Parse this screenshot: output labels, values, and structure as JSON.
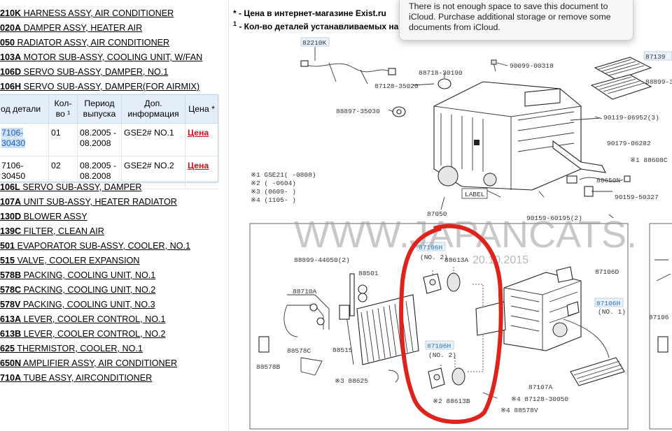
{
  "parts_top": [
    {
      "code": "210K",
      "name": "HARNESS ASSY, AIR CONDITIONER"
    },
    {
      "code": "020A",
      "name": "DAMPER ASSY, HEATER AIR"
    },
    {
      "code": "050",
      "name": "RADIATOR ASSY, AIR CONDITIONER"
    },
    {
      "code": "103A",
      "name": "MOTOR SUB-ASSY, COOLING UNIT, W/FAN"
    },
    {
      "code": "106D",
      "name": "SERVO SUB-ASSY, DAMPER, NO.1"
    },
    {
      "code": "106H",
      "name": "SERVO SUB-ASSY, DAMPER(FOR AIRMIX)"
    }
  ],
  "subtable": {
    "headers": [
      "од детали",
      "Кол-во ¹",
      "Период выпуска",
      "Доп. информация",
      "Цена *"
    ],
    "rows": [
      {
        "code_hl": "7106-30430",
        "qty": "01",
        "period": "08.2005 - 08.2008",
        "info": "GSE2# NO.1",
        "price": "Цена"
      },
      {
        "code_hl": "",
        "code": "7106-30450",
        "qty": "02",
        "period": "08.2005 - 08.2008",
        "info": "GSE2# NO.2",
        "price": "Цена"
      }
    ]
  },
  "parts_bottom": [
    {
      "code": "106L",
      "name": "SERVO SUB-ASSY, DAMPER"
    },
    {
      "code": "107A",
      "name": "UNIT SUB-ASSY, HEATER RADIATOR"
    },
    {
      "code": "130D",
      "name": "BLOWER ASSY"
    },
    {
      "code": "139C",
      "name": "FILTER, CLEAN AIR"
    },
    {
      "code": "501",
      "name": "EVAPORATOR SUB-ASSY, COOLER, NO.1"
    },
    {
      "code": "515",
      "name": "VALVE, COOLER EXPANSION"
    },
    {
      "code": "578B",
      "name": "PACKING, COOLING UNIT, NO.1"
    },
    {
      "code": "578C",
      "name": "PACKING, COOLING UNIT, NO.2"
    },
    {
      "code": "578V",
      "name": "PACKING, COOLING UNIT, NO.3"
    },
    {
      "code": "613A",
      "name": "LEVER, COOLER CONTROL, NO.1"
    },
    {
      "code": "613B",
      "name": "LEVER, COOLER CONTROL, NO.2"
    },
    {
      "code": "625",
      "name": "THERMISTOR, COOLER, NO.1"
    },
    {
      "code": "650N",
      "name": "AMPLIFIER ASSY, AIR CONDITIONER"
    },
    {
      "code": "710A",
      "name": "TUBE ASSY, AIRCONDITIONER"
    }
  ],
  "notes": {
    "line1": "* - Цена в интернет-магазине Exist.ru",
    "line2_sup": "1",
    "line2": " - Кол-во деталей устанавливаемых на а"
  },
  "notification": {
    "text1": "There is not enough space to save this document to",
    "text2": "iCloud. Purchase additional storage or remove some",
    "text3": "documents from iCloud."
  },
  "diagram": {
    "watermark": "WWW.JAPANCATS.",
    "date": "20.10.2015",
    "label_text": "LABEL",
    "notes_legend": [
      "※1 GSE21(  -0808)",
      "※2 (   -0604)",
      "※3 (0609-   )",
      "※4 (1105-   )"
    ],
    "labels": {
      "l82210K": "82210K",
      "l88718": "88718-30190",
      "l90099": "90099-00318",
      "l87139": "87139",
      "l87128a": "87128-35020",
      "l88899a": "88899-3",
      "l88897": "88897-35030",
      "l90119": "90119-06952(3)",
      "l90179": "90179-06282",
      "l88608": "※1 88608C",
      "l88650": "88650N",
      "l90159a": "90159-50327",
      "l90159b": "90159-60195(2)",
      "l87050": "87050",
      "l87106H_1": "87106H",
      "l87106H_1n": "(NO. 2)",
      "l88613A": "88613A",
      "l87106D": "87106D",
      "l87106H_r": "87106H",
      "l87106H_rn": "(NO. 1)",
      "l88899b": "88899-44050(2)",
      "l88501": "88501",
      "l88710A": "88710A",
      "l88515": "88515",
      "l88578C": "88578C",
      "l88578B": "88578B",
      "l88625": "※3 88625",
      "l87106H_2": "87106H",
      "l87106H_2n": "(NO. 2)",
      "l88613B": "※2 88613B",
      "l87107A": "87107A",
      "l87128b": "※4 87128-30050",
      "l88578V": "※4 88578V",
      "l87106": "87106"
    }
  }
}
